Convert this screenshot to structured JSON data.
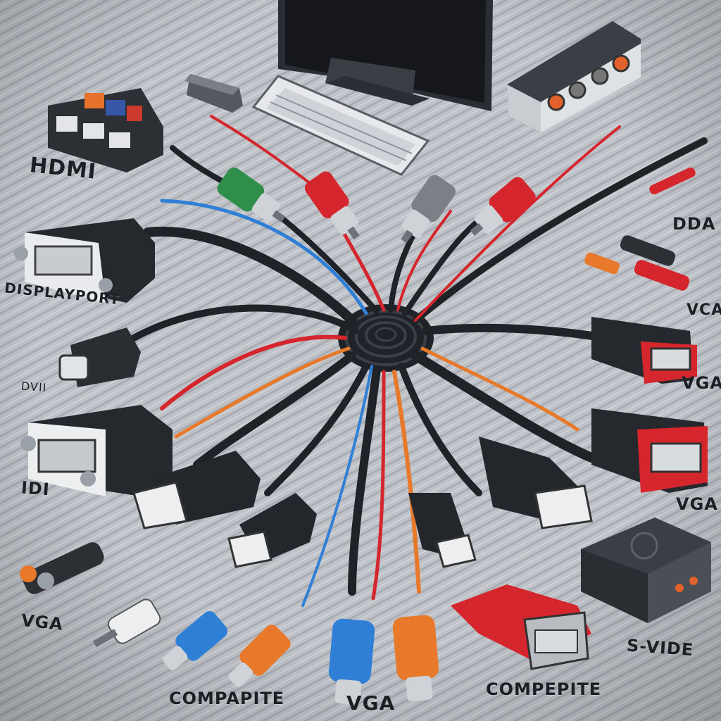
{
  "labels": {
    "hdmi": "HDMI",
    "displayport": "DISPLAYPORT",
    "dvi": "DVII",
    "idi": "IDI",
    "vga_left": "VGA",
    "compapite": "COMPAPITE",
    "vga_bottom": "VGA",
    "compepite": "COMPEPITE",
    "s_video": "S-VIDE",
    "vga_right_lower": "VGA",
    "vga_right_upper": "VGA",
    "vca": "VCA",
    "dda": "DDA"
  },
  "colors": {
    "background": "#b9bcc1",
    "cable": "#1f2226",
    "red": "#d4262c",
    "blue": "#2f7fd6",
    "orange": "#e8792a",
    "green": "#2f8f4a"
  }
}
